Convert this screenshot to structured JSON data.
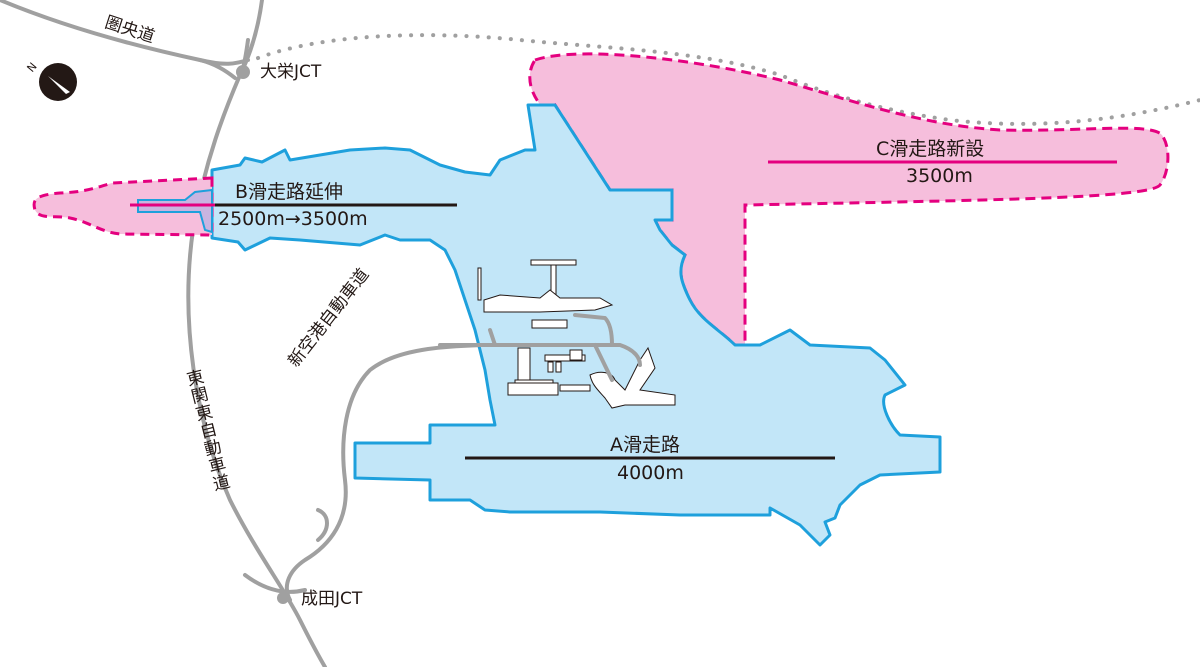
{
  "map": {
    "colors": {
      "airport_fill": "#c2e6f8",
      "airport_border": "#1ea0dc",
      "expansion_fill": "#f6bedc",
      "expansion_border": "#e4007f",
      "road": "#a0a0a0",
      "runway_existing": "#231815",
      "runway_new": "#e4007f",
      "text": "#231815"
    },
    "compass": {
      "label": "N",
      "icon": "north-arrow-icon"
    },
    "roads": {
      "kenodo": "圏央道",
      "higashi_kanto": "東関東自動車道",
      "shinkuko": "新空港自動車道"
    },
    "junctions": {
      "taiei": "大栄JCT",
      "narita": "成田JCT"
    },
    "runways": {
      "a": {
        "name": "A滑走路",
        "length": "4000m"
      },
      "b": {
        "name": "B滑走路延伸",
        "length": "2500m→3500m"
      },
      "c": {
        "name": "C滑走路新設",
        "length": "3500m"
      }
    }
  }
}
